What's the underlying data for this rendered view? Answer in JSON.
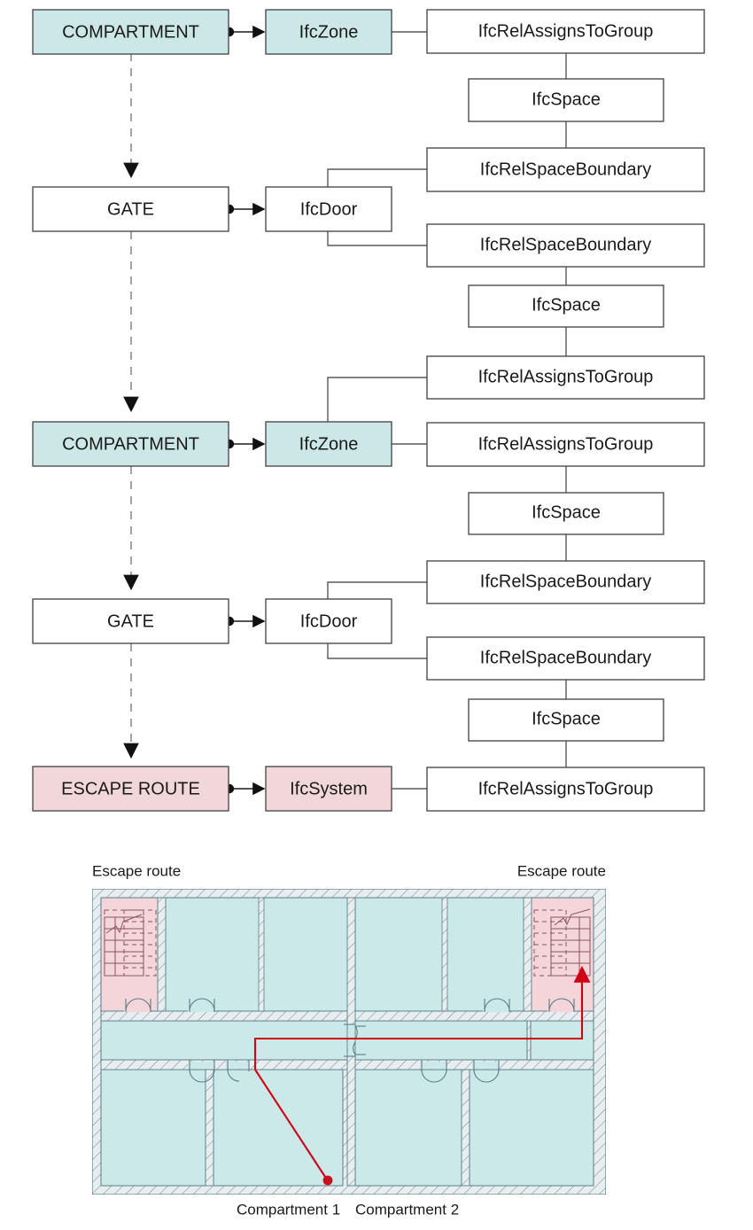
{
  "diagram": {
    "type": "mapping-diagram",
    "title_hidden": "",
    "left_column": [
      {
        "id": "compartment-1",
        "label": "COMPARTMENT",
        "fill": "#cbe7e6"
      },
      {
        "id": "gate-1",
        "label": "GATE",
        "fill": "#ffffff"
      },
      {
        "id": "compartment-2",
        "label": "COMPARTMENT",
        "fill": "#cbe7e6"
      },
      {
        "id": "gate-2",
        "label": "GATE",
        "fill": "#ffffff"
      },
      {
        "id": "escape-route",
        "label": "ESCAPE ROUTE",
        "fill": "#f2d7da"
      }
    ],
    "middle_column": [
      {
        "id": "ifczone-1",
        "label": "IfcZone",
        "fill": "#cbe7e6"
      },
      {
        "id": "ifcdoor-1",
        "label": "IfcDoor",
        "fill": "#ffffff"
      },
      {
        "id": "ifczone-2",
        "label": "IfcZone",
        "fill": "#cbe7e6"
      },
      {
        "id": "ifcdoor-2",
        "label": "IfcDoor",
        "fill": "#ffffff"
      },
      {
        "id": "ifcsystem",
        "label": "IfcSystem",
        "fill": "#f2d7da"
      }
    ],
    "right_column": [
      {
        "id": "r1",
        "label": "IfcRelAssignsToGroup"
      },
      {
        "id": "r2",
        "label": "IfcSpace"
      },
      {
        "id": "r3",
        "label": "IfcRelSpaceBoundary"
      },
      {
        "id": "r4",
        "label": "IfcRelSpaceBoundary"
      },
      {
        "id": "r5",
        "label": "IfcSpace"
      },
      {
        "id": "r6",
        "label": "IfcRelAssignsToGroup"
      },
      {
        "id": "r7",
        "label": "IfcRelAssignsToGroup"
      },
      {
        "id": "r8",
        "label": "IfcSpace"
      },
      {
        "id": "r9",
        "label": "IfcRelSpaceBoundary"
      },
      {
        "id": "r10",
        "label": "IfcRelSpaceBoundary"
      },
      {
        "id": "r11",
        "label": "IfcSpace"
      },
      {
        "id": "r12",
        "label": "IfcRelAssignsToGroup"
      }
    ],
    "colors": {
      "teal_fill": "#cbe7e6",
      "pink_fill": "#f2d7da",
      "white_fill": "#ffffff",
      "box_stroke": "#4d4d4d",
      "edge_stroke": "#595959",
      "dashed_stroke": "#8c8c8c"
    }
  },
  "floorplan": {
    "labels": {
      "escape_route_left": "Escape route",
      "escape_route_right": "Escape route",
      "compartment_1": "Compartment 1",
      "compartment_2": "Compartment 2"
    },
    "colors": {
      "room_fill": "#cbe9e9",
      "stair_fill": "#f4d5d9",
      "wall_fill": "#e8eef0",
      "wall_stroke": "#5b7d85",
      "route_color": "#d00014"
    }
  }
}
